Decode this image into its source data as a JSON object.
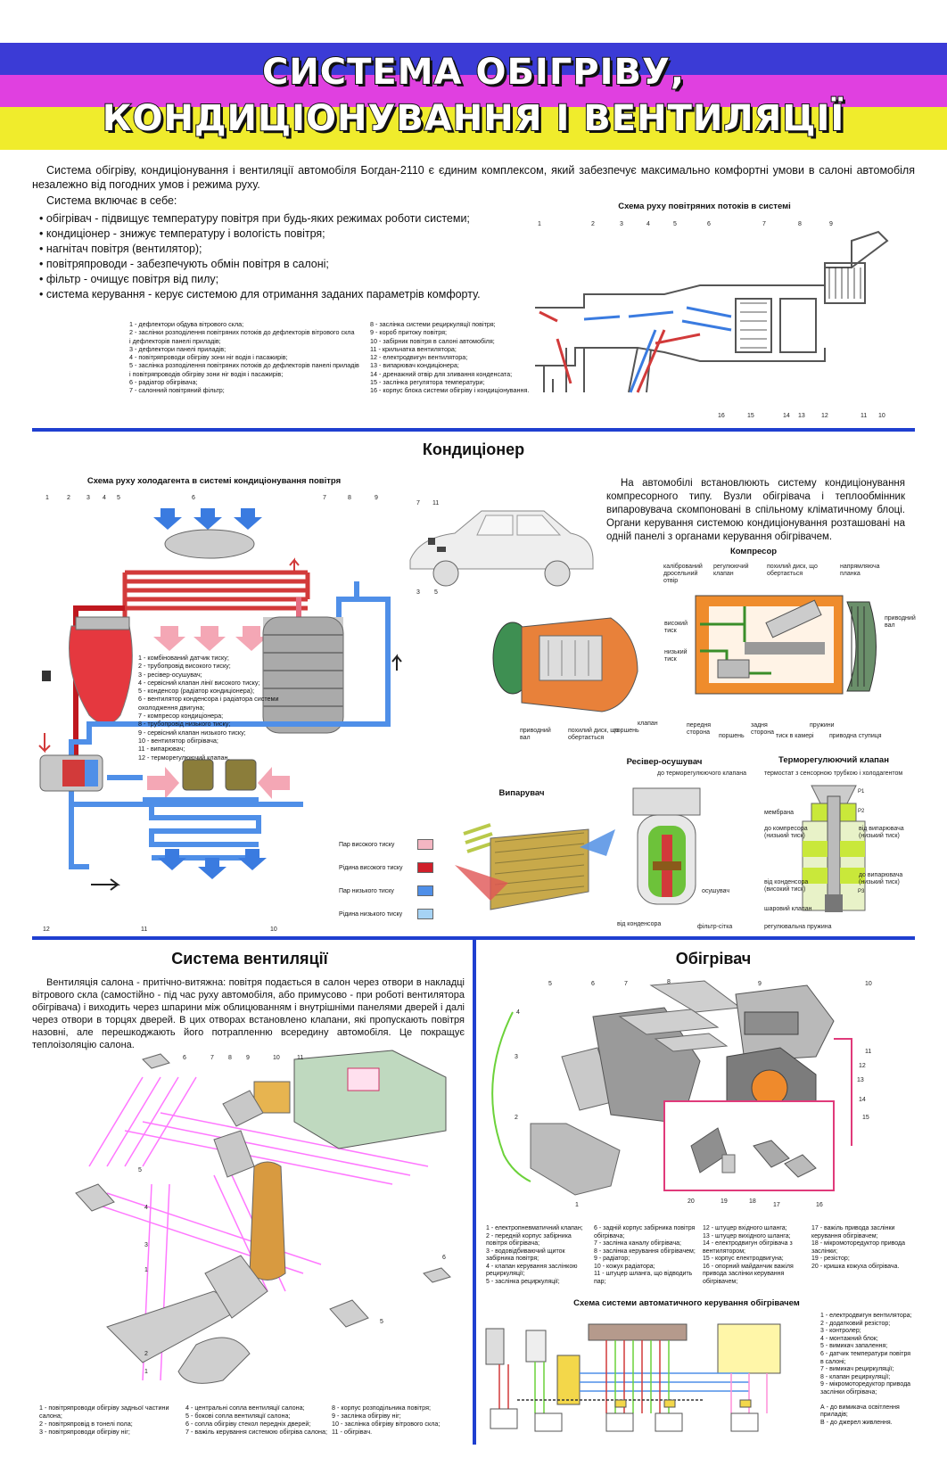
{
  "header": {
    "title_line1": "СИСТЕМА ОБІГРІВУ,",
    "title_line2": "КОНДИЦІОНУВАННЯ І ВЕНТИЛЯЦІЇ",
    "band_colors": [
      "#3b3bd6",
      "#e040e0",
      "#f0ec2c"
    ]
  },
  "intro": {
    "paragraph": "Система обігріву, кондиціонування і вентиляції автомобіля Богдан-2110 є єдиним комплексом, який забезпечує максимально комфортні умови в салоні автомобіля незалежно від погодних умов і режима руху.",
    "includes": "Система включає в себе:",
    "bullets": [
      "обігрівач - підвищує температуру повітря при будь-яких режимах роботи системи;",
      "кондиціонер - знижує температуру і вологість повітря;",
      "нагнітач повітря (вентилятор);",
      "повітряпроводи - забезпечують обмін повітря в салоні;",
      "фільтр - очищує повітря від пилу;",
      "система керування - керує системою для отримання заданих параметрів комфорту."
    ]
  },
  "airflow": {
    "caption": "Схема руху повітряних потоків в системі",
    "legend_left": [
      "1 - дефлектори обдува вітрового скла;",
      "2 - заслінки розподілення повітряних потоків до дефлекторів вітрового скла",
      "і дефлекторів панелі приладів;",
      "3 - дефлектори панелі приладів;",
      "4 - повітряпроводи обігріву зони ніг водія і пасажирів;",
      "5 - заслінка розподілення повітряних потоків до дефлекторів панелі приладів",
      "і повітряпроводів обігріву зони ніг водія і пасажирів;",
      "6 - радіатор обігрівача;",
      "7 - салонний повітряний фільтр;"
    ],
    "legend_right": [
      "8 - заслінка системи рециркуляції повітря;",
      "9 - короб притоку повітря;",
      "10 - забірник повітря в салоні автомобіля;",
      "11 - крильчатка вентилятора;",
      "12 - електродвигун вентилятора;",
      "13 - випарювач кондиціонера;",
      "14 - дренажний отвір для зливання конденсата;",
      "15 - заслінка регулятора температури;",
      "16 - корпус блока системи обігріву і кондиціонування."
    ],
    "top_numbers": [
      "1",
      "2",
      "3",
      "4",
      "5",
      "6",
      "7",
      "8",
      "9"
    ],
    "bottom_numbers": [
      "16",
      "15",
      "14",
      "13",
      "12",
      "11",
      "10"
    ]
  },
  "ac": {
    "title": "Кондиціонер",
    "scheme_caption": "Схема руху холодагента в системі кондиціонування повітря",
    "top_numbers": [
      "1",
      "2",
      "3",
      "4",
      "5",
      "6",
      "7",
      "8",
      "9"
    ],
    "bottom_numbers": [
      "12",
      "11",
      "10"
    ],
    "legend": [
      "1 - комбінований датчик тиску;",
      "2 - трубопровід високого тиску;",
      "3 - ресівер-осушувач;",
      "4 - сервісний клапан лінії високого тиску;",
      "5 - конденсор (радіатор кондиціонера);",
      "6 - вентилятор конденсора і радіатора системи",
      "охолодження двигуна;",
      "7 - компресор кондиціонера;",
      "8 - трубопровід низького тиску;",
      "9 - сервісний клапан низького тиску;",
      "10 - вентилятор обігрівача;",
      "11 - випарювач;",
      "12 - терморегулюючий клапан."
    ],
    "pressure_legend": [
      {
        "label": "Пар високого тиску",
        "color": "#f4b6c2"
      },
      {
        "label": "Рідина високого тиску",
        "color": "#d01f2a"
      },
      {
        "label": "Пар низького тиску",
        "color": "#4f8fe8"
      },
      {
        "label": "Рідина низького тиску",
        "color": "#a6d3f5"
      }
    ],
    "description": "На автомобілі встановлюють систему кондиціонування компресорного типу. Вузли обігрівача і теплообмінник випаровувача скомпоновані в спільному кліматичному блоці. Органи керування системою кондиціонування розташовані на одній панелі з органами керування обігрівачем.",
    "car_numbers": [
      "7",
      "11",
      "3",
      "5"
    ],
    "compressor": {
      "title": "Компресор",
      "labels_top": [
        "калібрований дросельний отвір",
        "регулюючий клапан",
        "похилий диск, що обертається",
        "напрямляюча планка"
      ],
      "labels_left": [
        "високий тиск",
        "низький тиск"
      ],
      "label_right": "приводний вал",
      "labels_bottom": [
        "передня сторона",
        "поршень",
        "задня сторона",
        "тиск в камері",
        "пружини",
        "приводна ступиця"
      ],
      "cutaway_labels": [
        "приводний вал",
        "похилий диск, що обертається",
        "поршень",
        "клапан"
      ]
    },
    "evaporator": {
      "title": "Випарувач"
    },
    "receiver": {
      "title": "Ресівер-осушувач",
      "labels": [
        "до терморегулюючого клапана",
        "осушувач",
        "від конденсора",
        "фільтр-сітка"
      ]
    },
    "tev": {
      "title": "Терморегулюючий клапан",
      "labels": [
        "термостат з сенсорною трубкою і холодагентом",
        "мембрана",
        "до компресора (низький тиск)",
        "від випарювача (низький тиск)",
        "від конденсора (високий тиск)",
        "до випарювача (низький тиск)",
        "шаровий клапан",
        "регулювальна пружина"
      ],
      "p_labels": [
        "P1",
        "P2",
        "P3"
      ]
    }
  },
  "ventilation": {
    "title": "Система вентиляції",
    "paragraph": "Вентиляція салона - притічно-витяжна: повітря подається в салон через отвори в накладці вітрового скла (самостійно - під час руху автомобіля, або примусово - при роботі вентилятора обігрівача) і виходить через шпарини між облицюванням і внутрішніми панелями дверей і далі через отвори в торцях дверей. В цих отворах встановлено клапани, які пропускають повітря назовні, але перешкоджають його потрапленню всередину автомобіля. Це покращує теплоізоляцію салона.",
    "numbers": [
      "6",
      "7",
      "8",
      "9",
      "10",
      "11",
      "5",
      "4",
      "3",
      "6",
      "1",
      "2",
      "1",
      "5"
    ],
    "legend_col1": [
      "1 - повітряпроводи обігріву задньої частини",
      "салона;",
      "2 - повітряпровід в тонелі пола;",
      "3 - повітряпроводи обігріву ніг;"
    ],
    "legend_col2": [
      "4 - центральні сопла вентиляції салона;",
      "5 - бокові сопла вентиляції салона;",
      "6 - сопла обігріву стекол передніх дверей;",
      "7 - важіль керування системою обігріва салона;"
    ],
    "legend_col3": [
      "8 - корпус розподільника повітря;",
      "9 - заслінка обігріву ніг;",
      "10 - заслінка обігріву вітрового скла;",
      "11 - обігрівач."
    ]
  },
  "heater": {
    "title": "Обігрівач",
    "numbers": [
      "5",
      "6",
      "7",
      "8",
      "9",
      "10",
      "4",
      "3",
      "11",
      "12",
      "13",
      "14",
      "2",
      "15",
      "1",
      "20",
      "19",
      "18",
      "17",
      "16"
    ],
    "legend_col1": [
      "1 - електропневматичний клапан;",
      "2 - передній корпус забірника",
      "повітря обігрівача;",
      "3 - водовідбиваючий щиток",
      "забірника повітря;",
      "4 - клапан керування заслінкою",
      "рециркуляції;",
      "5 - заслінка рециркуляції;"
    ],
    "legend_col2": [
      "6 - задній корпус забірника повітря",
      "обігрівача;",
      "7 - заслінка каналу обігрівача;",
      "8 - заслінка керування обігрівачем;",
      "9 - радіатор;",
      "10 - кожух радіатора;",
      "11 - штуцер шланга, що відводить",
      "пар;"
    ],
    "legend_col3": [
      "12 - штуцер вхідного шланга;",
      "13 - штуцер вихідного шланга;",
      "14 - електродвигун обігрівача з",
      "вентилятором;",
      "15 - корпус електродвигуна;",
      "16 - опорний майданчик важіля",
      "привода заслінки керування",
      "обігрівачем;"
    ],
    "legend_col4": [
      "17 - важіль привода заслінки",
      "керування обігрівачем;",
      "18 - мікромоторедуктор привода",
      "заслінки;",
      "19 - резістор;",
      "20 - кришка кожуха обігрівача."
    ]
  },
  "auto_control": {
    "caption": "Схема системи автоматичного керування обігрівачем",
    "legend": [
      "1 - електродвигун вентилятора;",
      "2 - додатковий резістор;",
      "3 - контролер;",
      "4 - монтажний блок;",
      "5 - вимикач запалення;",
      "6 - датчик температури повітря",
      "в салоні;",
      "7 - вимикач рециркуляції;",
      "8 - клапан рециркуляції;",
      "9 - мікромоторедуктор привода",
      "заслінки обігрівача;",
      "",
      "А - до вимикача освітлення",
      "приладів;",
      "В - до джерел живлення."
    ]
  }
}
